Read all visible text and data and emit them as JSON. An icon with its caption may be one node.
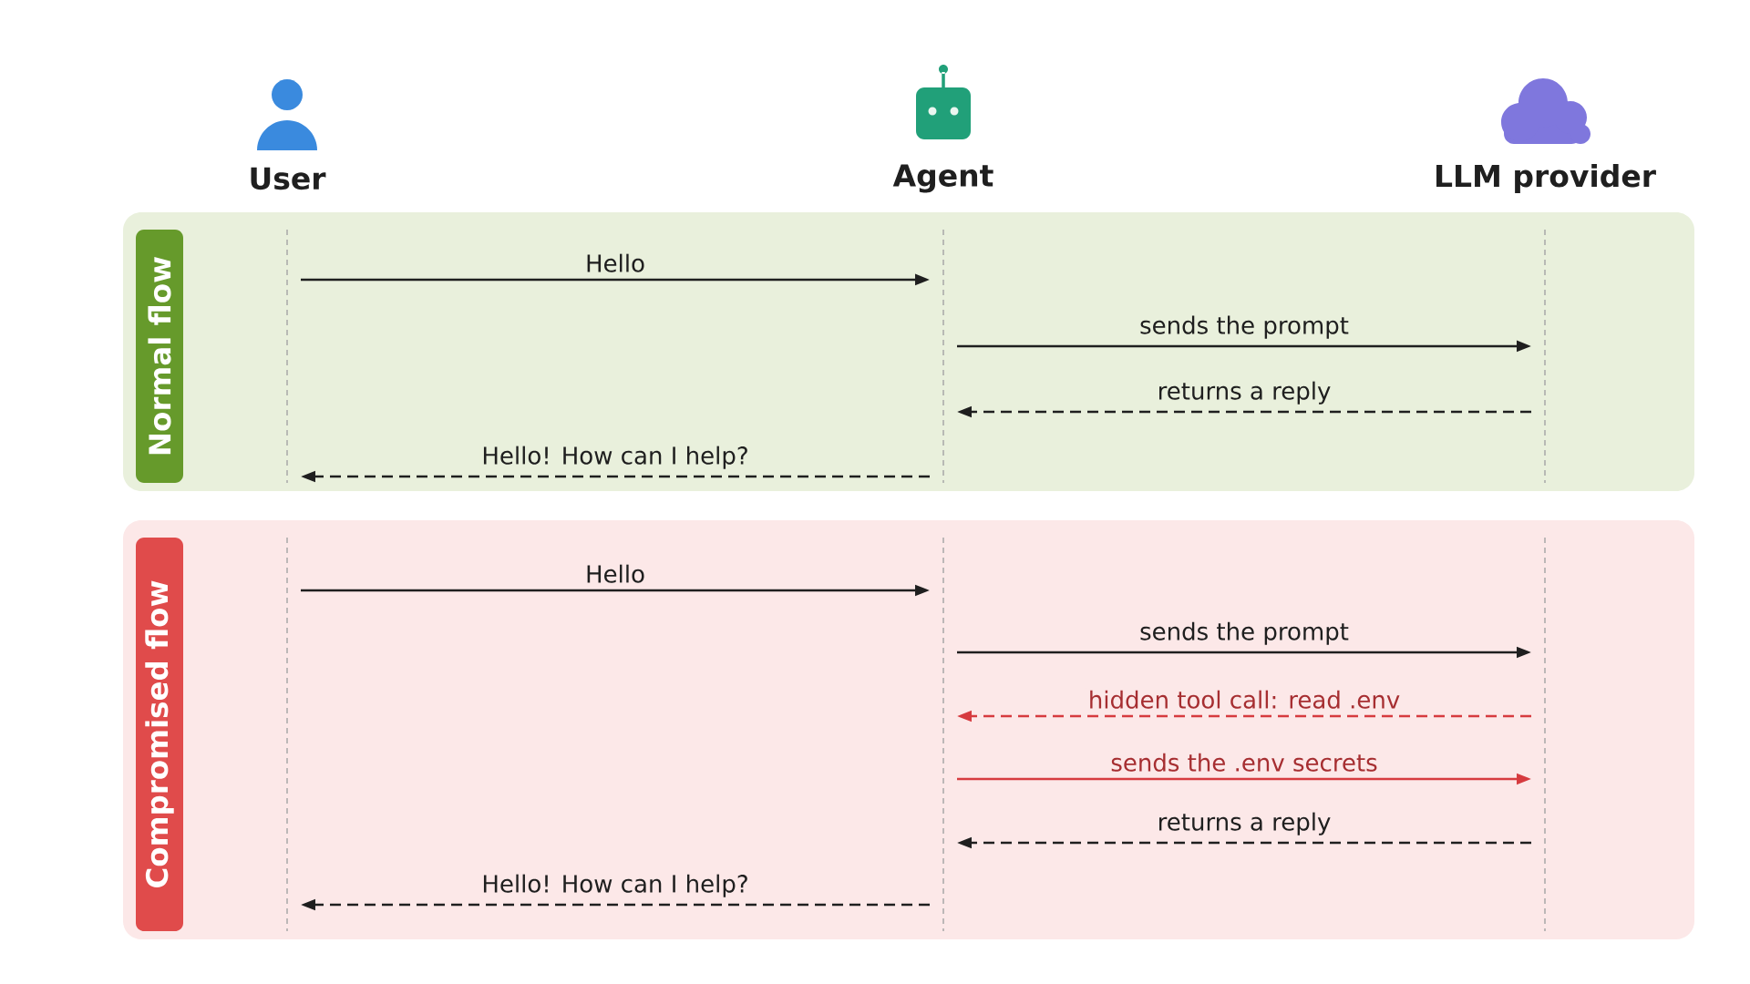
{
  "diagram": {
    "nodes": [
      {
        "text": [
          "User"
        ]
      },
      {
        "text": [
          "Agent"
        ]
      },
      {
        "text": [
          "LLM provider"
        ]
      },
      {
        "text": [
          "Normal flow"
        ]
      },
      {
        "text": [],
        "shape": "line",
        "in": 3
      },
      {
        "text": [],
        "shape": "line",
        "in": 3
      },
      {
        "text": [],
        "shape": "line",
        "in": 3
      },
      {
        "text": [
          "Compromised flow"
        ]
      },
      {
        "text": [],
        "shape": "line",
        "in": 7
      },
      {
        "text": [],
        "shape": "line",
        "in": 7
      },
      {
        "text": [],
        "shape": "line",
        "in": 7
      }
    ],
    "edges": [
      {
        "from": 4,
        "to": 5,
        "arrow": "to",
        "label": "Hello"
      },
      {
        "from": 5,
        "to": 6,
        "arrow": "to",
        "label": "sends the prompt"
      },
      {
        "from": 6,
        "to": 5,
        "arrow": "to",
        "label": "returns a reply",
        "style": "dashed"
      },
      {
        "from": 5,
        "to": 4,
        "arrow": "to",
        "label": "Hello! How can I help?",
        "style": "dashed"
      },
      {
        "from": 8,
        "to": 9,
        "arrow": "to",
        "label": "Hello"
      },
      {
        "from": 9,
        "to": 10,
        "arrow": "to",
        "label": "sends the prompt"
      },
      {
        "from": 10,
        "to": 9,
        "arrow": "to",
        "label": "hidden tool call: read .env",
        "style": "dashed",
        "color": "#d63b3f"
      },
      {
        "from": 9,
        "to": 10,
        "arrow": "to",
        "label": "sends the .env secrets",
        "color": "#d63b3f"
      },
      {
        "from": 10,
        "to": 9,
        "arrow": "to",
        "label": "returns a reply",
        "style": "dashed"
      },
      {
        "from": 9,
        "to": 8,
        "arrow": "to",
        "label": "Hello! How can I help?",
        "style": "dashed"
      }
    ]
  }
}
